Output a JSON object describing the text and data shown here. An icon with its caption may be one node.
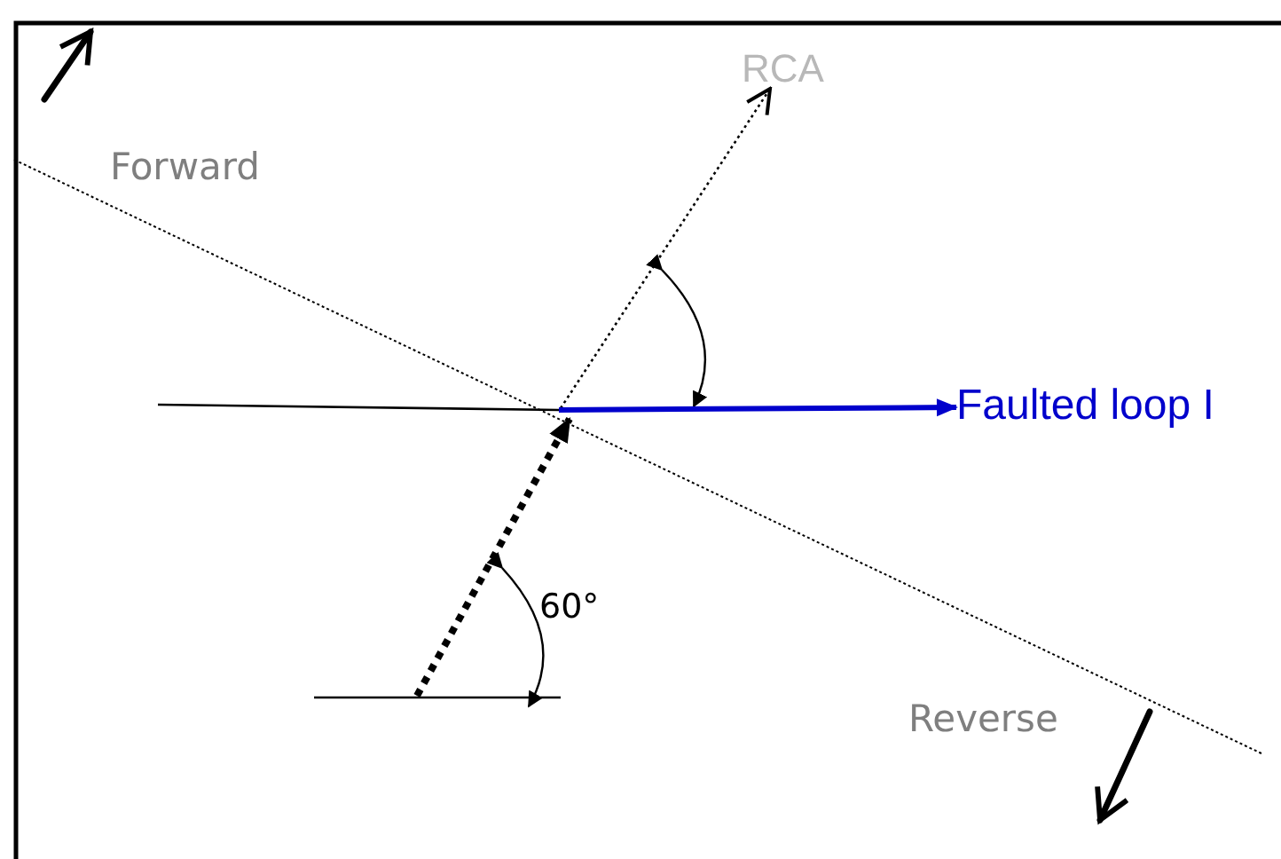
{
  "diagram": {
    "nodes": [
      {
        "text": [
          "RCA"
        ]
      },
      {
        "text": [
          "Faulted loop I"
        ]
      }
    ],
    "edges": [
      {
        "from": null,
        "to": 0,
        "arrow": "to",
        "style": "dashed"
      },
      {
        "from": null,
        "to": 1,
        "arrow": "to",
        "style": "thick",
        "color": "#0000cc"
      }
    ],
    "labels": [
      "Forward",
      "60°",
      "Reverse"
    ]
  }
}
